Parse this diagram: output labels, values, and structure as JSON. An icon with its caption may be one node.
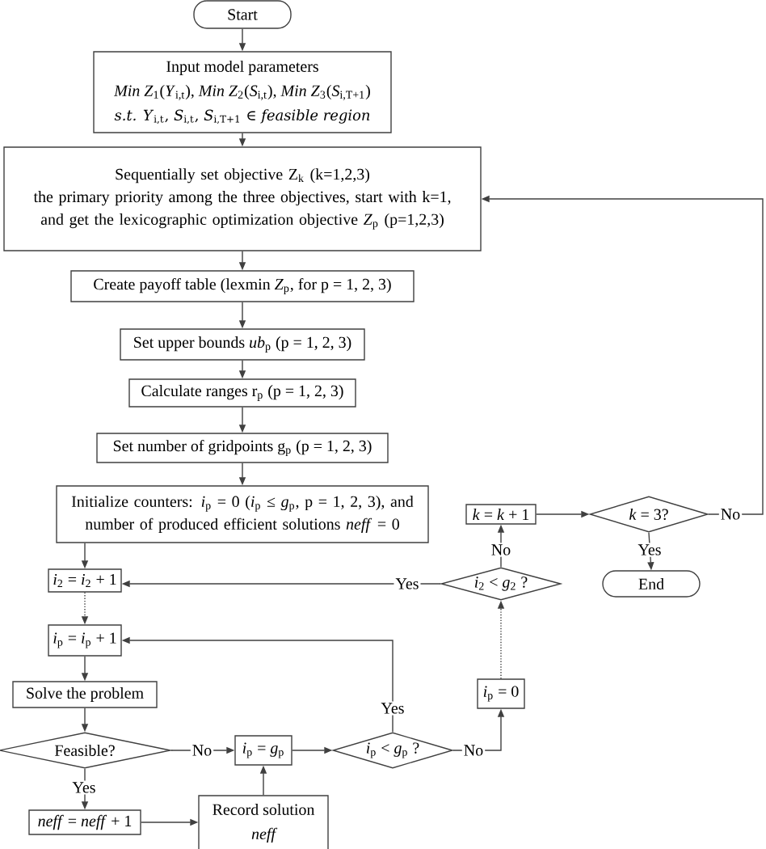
{
  "diagram": {
    "nodes": [
      {
        "text": [
          "Start"
        ]
      },
      {
        "text": [
          "Input model parameters",
          "*Min Z*$_{1}$(*Y*$_{i,t}$), *Min Z*$_{2}$(*S*$_{i,t}$), *Min Z*$_{3}$(*S*$_{i,T+1}$)",
          "*s.t. Y*$_{i,t}$, *S*$_{i,t}$, *S*$_{i,T+1}$ ∈ *feasible region*"
        ]
      },
      {
        "text": [
          "Sequentially set objective Z$_{k}$ (k=1,2,3)",
          "the primary priority among the three objectives, start with k=1, and get the lexicographic optimization objective *Z*$_{p}$ (p=1,2,3)"
        ]
      },
      {
        "text": [
          "Create payoff table (lexmin *Z*$_{p}$, for p = 1, 2, 3)"
        ]
      },
      {
        "text": [
          "Set upper bounds *ub*$_{p}$ (p = 1, 2, 3)"
        ]
      },
      {
        "text": [
          "Calculate ranges r$_{p}$ (p = 1, 2, 3)"
        ]
      },
      {
        "text": [
          "Set number of gridpoints g$_{p}$ (p = 1, 2, 3)"
        ]
      },
      {
        "text": [
          "Initialize counters: *i*$_{p}$ = 0 (*i*$_{p}$ ≤ *g*$_{p}$, p = 1, 2, 3), and number of produced efficient solutions *neff* = 0"
        ]
      },
      {
        "text": [
          "*i*$_{2}$ = *i*$_{2}$ + 1"
        ]
      },
      {
        "text": [
          "*i*$_{p}$ = *i*$_{p}$ + 1"
        ]
      },
      {
        "text": [
          "Solve the problem"
        ]
      },
      {
        "text": [
          "Feasible?"
        ]
      },
      {
        "text": [
          "*i*$_{p}$ = *g*$_{p}$"
        ]
      },
      {
        "text": [
          "*i*$_{p}$ < *g*$_{p}$ ?"
        ]
      },
      {
        "text": [
          "*neff* = *neff* + 1"
        ]
      },
      {
        "text": [
          "Record solution",
          "neff"
        ]
      },
      {
        "text": [
          "*i*$_{p}$ = 0"
        ]
      },
      {
        "text": [
          "*i*$_{2}$ < *g*$_{2}$ ?"
        ]
      },
      {
        "text": [
          "*k* = *k* + 1"
        ]
      },
      {
        "text": [
          "*k* = 3?"
        ]
      },
      {
        "text": [
          "End"
        ]
      }
    ],
    "edges": [
      {
        "from": 0,
        "to": 1,
        "arrow": "to"
      },
      {
        "from": 1,
        "to": 2,
        "arrow": "to"
      },
      {
        "from": 2,
        "to": 3,
        "arrow": "to"
      },
      {
        "from": 3,
        "to": 4,
        "arrow": "to"
      },
      {
        "from": 4,
        "to": 5,
        "arrow": "to"
      },
      {
        "from": 5,
        "to": 6,
        "arrow": "to"
      },
      {
        "from": 6,
        "to": 7,
        "arrow": "to"
      },
      {
        "from": 7,
        "to": 8,
        "arrow": "to"
      },
      {
        "from": 8,
        "to": 9,
        "arrow": "to",
        "style": "dashed"
      },
      {
        "from": 9,
        "to": 10,
        "arrow": "to"
      },
      {
        "from": 10,
        "to": 11,
        "arrow": "to"
      },
      {
        "from": 11,
        "to": 12,
        "arrow": "to",
        "label": "No"
      },
      {
        "from": 11,
        "to": 14,
        "arrow": "to",
        "label": "Yes"
      },
      {
        "from": 14,
        "to": 15,
        "arrow": "to"
      },
      {
        "from": 15,
        "to": 12,
        "arrow": "to"
      },
      {
        "from": 12,
        "to": 13,
        "arrow": "to"
      },
      {
        "from": 13,
        "to": 9,
        "arrow": "to",
        "label": "Yes"
      },
      {
        "from": 13,
        "to": 16,
        "arrow": "to",
        "label": "No"
      },
      {
        "from": 16,
        "to": 17,
        "arrow": "to",
        "style": "dashed"
      },
      {
        "from": 17,
        "to": 8,
        "arrow": "to",
        "label": "Yes"
      },
      {
        "from": 17,
        "to": 18,
        "arrow": "to",
        "label": "No"
      },
      {
        "from": 18,
        "to": 19,
        "arrow": "to"
      },
      {
        "from": 19,
        "to": 20,
        "arrow": "to",
        "label": "Yes"
      },
      {
        "from": 19,
        "to": 2,
        "arrow": "to",
        "label": "No"
      }
    ]
  }
}
